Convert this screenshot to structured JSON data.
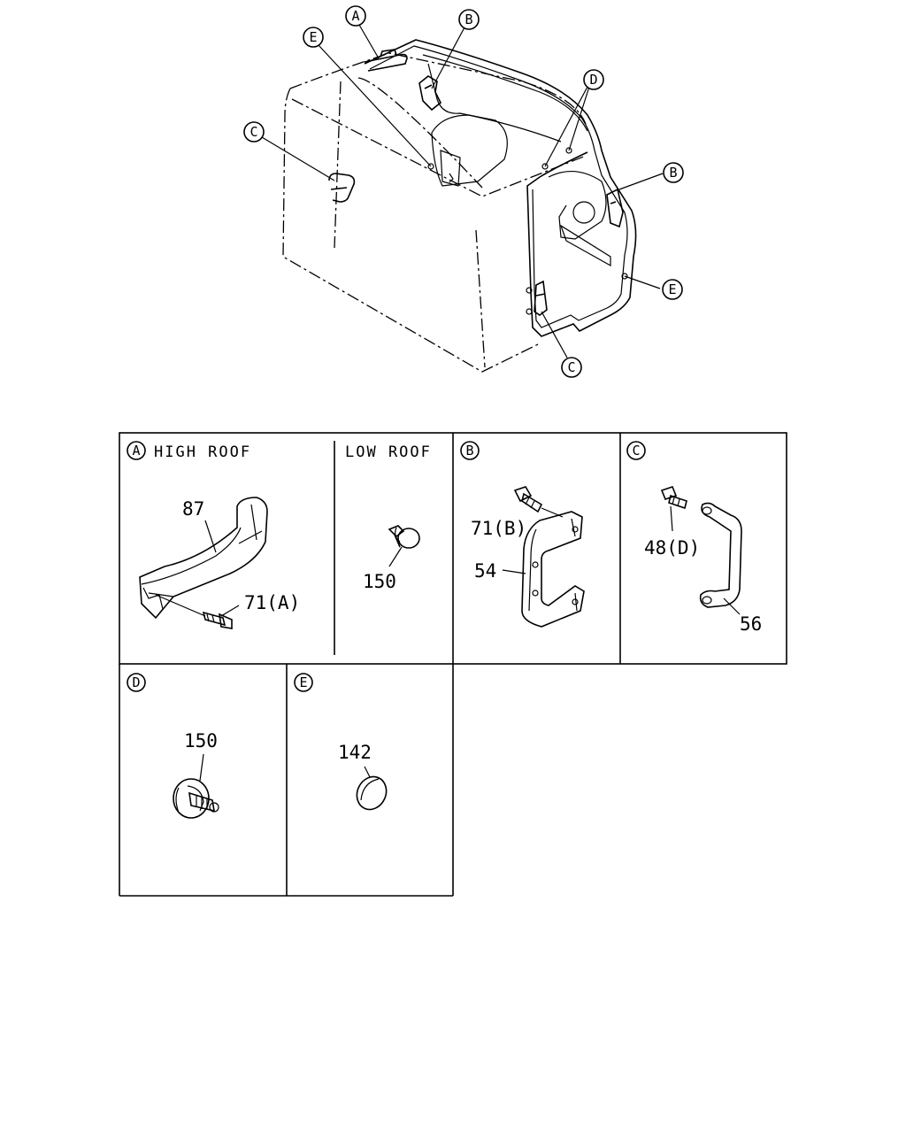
{
  "callouts": {
    "a": "A",
    "b": "B",
    "c": "C",
    "d": "D",
    "e": "E"
  },
  "panels": {
    "a_high": {
      "header": "HIGH ROOF",
      "parts": {
        "grip": "87",
        "bolt": "71(A)"
      }
    },
    "a_low": {
      "header": "LOW ROOF",
      "parts": {
        "clip": "150"
      }
    },
    "b": {
      "parts": {
        "bolt": "71(B)",
        "handle": "54"
      }
    },
    "c": {
      "parts": {
        "bolt": "48(D)",
        "handle": "56"
      }
    },
    "d": {
      "parts": {
        "clip": "150"
      }
    },
    "e": {
      "parts": {
        "plug": "142"
      }
    }
  }
}
